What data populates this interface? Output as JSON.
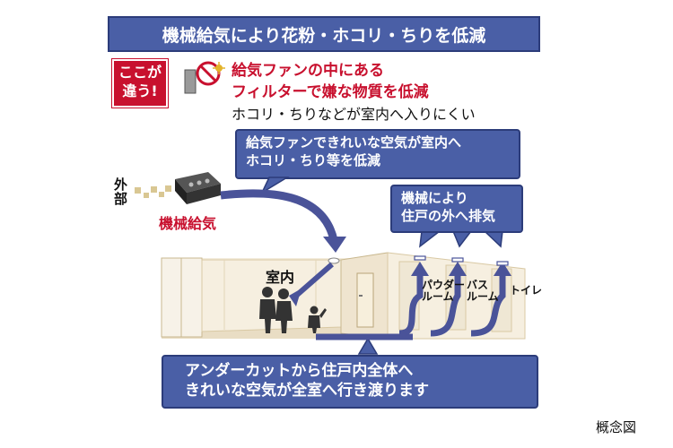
{
  "title_banner": "機械給気により花粉・ホコリ・ちりを低減",
  "badge": {
    "line1": "ここが",
    "line2": "違う!"
  },
  "feature": {
    "line1": "給気ファンの中にある",
    "line2": "フィルターで嫌な物質を低減",
    "line3": "ホコリ・ちりなどが室内へ入りにくい"
  },
  "callout_top": {
    "line1": "給気ファンできれいな空気が室内へ",
    "line2": "ホコリ・ちり等を低減"
  },
  "outside_label": "外部",
  "fan_label": "機械給気",
  "room_label": "室内",
  "callout_exhaust": {
    "line1": "機械により",
    "line2": "住戸の外へ排気"
  },
  "rooms": {
    "powder": {
      "line1": "パウダー",
      "line2": "ルーム"
    },
    "bath": {
      "line1": "バス",
      "line2": "ルーム"
    },
    "toilet": "トイレ"
  },
  "callout_bottom": {
    "line1": "アンダーカットから住戸内全体へ",
    "line2": "きれいな空気が全室へ行き渡ります"
  },
  "caption": "概念図",
  "colors": {
    "accent_blue": "#4a5fa6",
    "arrow_blue": "#4a5399",
    "red_text": "#c8102e",
    "room_beige": "#efe4cf"
  },
  "icons": [
    "no-pollen-icon",
    "fan-unit-icon",
    "people-silhouette-icon",
    "exhaust-arrow-icon"
  ]
}
